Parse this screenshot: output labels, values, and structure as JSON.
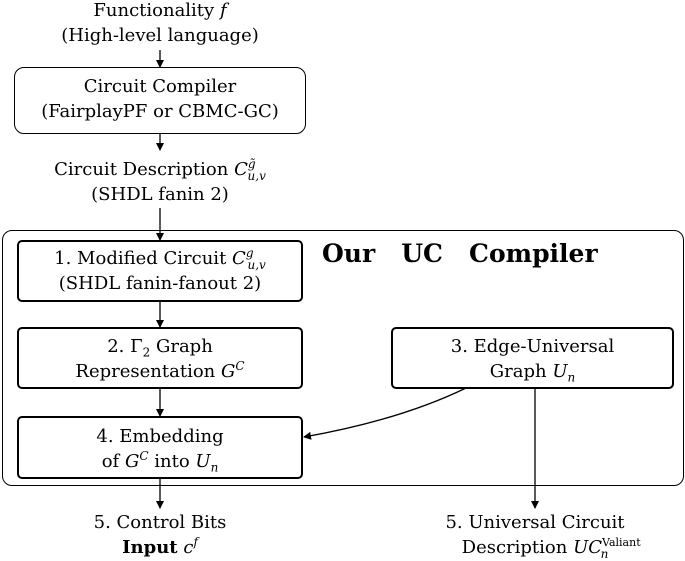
{
  "top": {
    "line1_prefix": "Functionality ",
    "line1_var": "f",
    "line2": "(High-level language)"
  },
  "compiler_box": {
    "line1": "Circuit Compiler",
    "line2": "(FairplayPF or CBMC-GC)"
  },
  "circuit_description": {
    "line1_prefix": "Circuit Description ",
    "var": "C",
    "sup": "g̃",
    "sub": "u,v",
    "line2": "(SHDL fanin 2)"
  },
  "uc_title": "Our   UC   Compiler",
  "step1": {
    "line1_prefix": "1.  Modified Circuit ",
    "var": "C",
    "sup": "g",
    "sub": "u,v",
    "line2": "(SHDL fanin-fanout 2)"
  },
  "step2": {
    "line1": "2.  Γ",
    "line1_sub": "2",
    "line1_suffix": " Graph",
    "line2_prefix": "Representation ",
    "var": "G",
    "sup": "C"
  },
  "step3": {
    "line1": "3.  Edge-Universal",
    "line2_prefix": "Graph ",
    "var": "U",
    "sub": "n"
  },
  "step4": {
    "line1": "4.  Embedding",
    "line2_prefix": "of ",
    "var1": "G",
    "sup1": "C",
    "mid": " into ",
    "var2": "U",
    "sub2": "n"
  },
  "output_left": {
    "line1": "5.  Control Bits",
    "bold": "Input",
    "var": "c",
    "sup": "f"
  },
  "output_right": {
    "line1": "5.  Universal Circuit",
    "line2_prefix": "Description ",
    "var": "UC",
    "sup": "Valiant",
    "sub": "n"
  }
}
